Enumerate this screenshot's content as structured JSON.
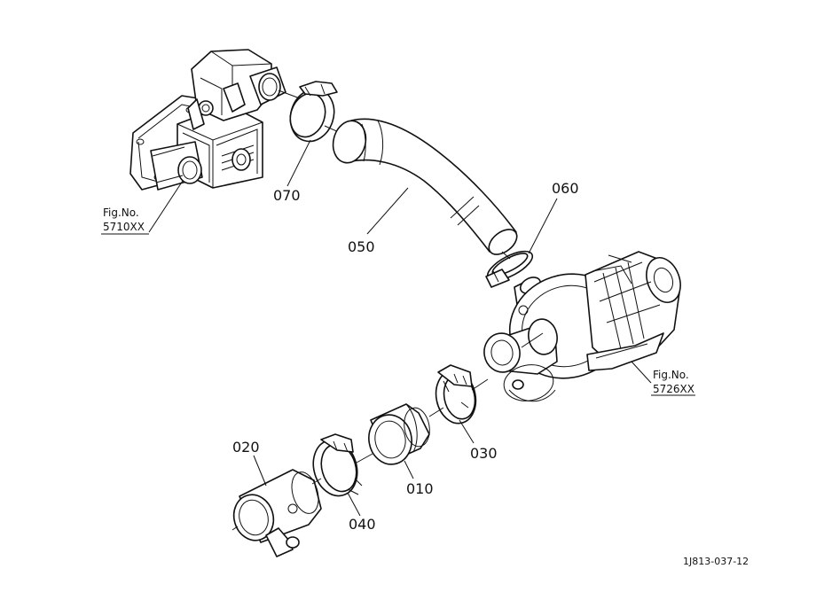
{
  "parts": {
    "p010": "010",
    "p020": "020",
    "p030": "030",
    "p040": "040",
    "p050": "050",
    "p060": "060",
    "p070": "070"
  },
  "figure_refs": {
    "left": {
      "line1": "Fig.No.",
      "line2": "5710XX"
    },
    "right": {
      "line1": "Fig.No.",
      "line2": "5726XX"
    }
  },
  "drawing_code": "1J813-037-12"
}
